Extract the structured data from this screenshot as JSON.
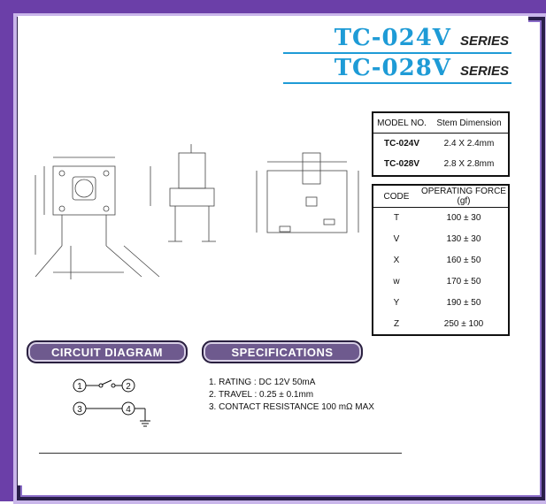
{
  "titles": [
    {
      "model": "TC-024V",
      "series": "SERIES"
    },
    {
      "model": "TC-028V",
      "series": "SERIES"
    }
  ],
  "model_table": {
    "headers": [
      "MODEL NO.",
      "Stem Dimension"
    ],
    "rows": [
      [
        "TC-024V",
        "2.4 X 2.4mm"
      ],
      [
        "TC-028V",
        "2.8 X 2.8mm"
      ]
    ]
  },
  "force_table": {
    "headers": [
      "CODE",
      "OPERATING FORCE (gf)"
    ],
    "rows": [
      [
        "T",
        "100 ± 30"
      ],
      [
        "V",
        "130 ± 30"
      ],
      [
        "X",
        "160 ± 50"
      ],
      [
        "w",
        "170 ± 50"
      ],
      [
        "Y",
        "190 ± 50"
      ],
      [
        "Z",
        "250 ± 100"
      ]
    ]
  },
  "sections": {
    "circuit_label": "CIRCUIT DIAGRAM",
    "specs_label": "SPECIFICATIONS"
  },
  "circuit": {
    "terminals": [
      "1",
      "2",
      "3",
      "4"
    ]
  },
  "specifications": [
    "1. RATING : DC 12V 50mA",
    "2. TRAVEL : 0.25 ± 0.1mm",
    "3. CONTACT RESISTANCE 100 mΩ MAX"
  ],
  "colors": {
    "frame": "#6b3fa8",
    "title": "#1e9bd6",
    "pill": "#6e5a8e"
  }
}
